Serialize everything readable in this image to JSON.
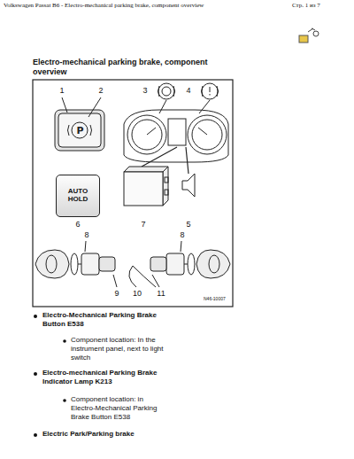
{
  "diagram": {
    "title": "Electro-mechanical parking brake, component overview",
    "nodes": [
      {
        "text": [
          "AUTO HOLD"
        ]
      }
    ],
    "edges": [],
    "labels": [
      "Volkswagen Passat B6 - Electro-mechanical parking brake, component overview",
      "Стр. 1 из 7",
      "1",
      "2",
      "3",
      "4",
      "5",
      "6",
      "7",
      "8",
      "8",
      "9",
      "10",
      "11",
      "N46-10007",
      "Electro-Mechanical Parking Brake Button E538",
      "Component location: In the instrument panel, next to light switch",
      "Electro-mechanical Parking Brake Indicator Lamp K213",
      "Component location: in Electro-Mechanical Parking Brake Button E538",
      "Electric Park/Parking brake"
    ]
  }
}
